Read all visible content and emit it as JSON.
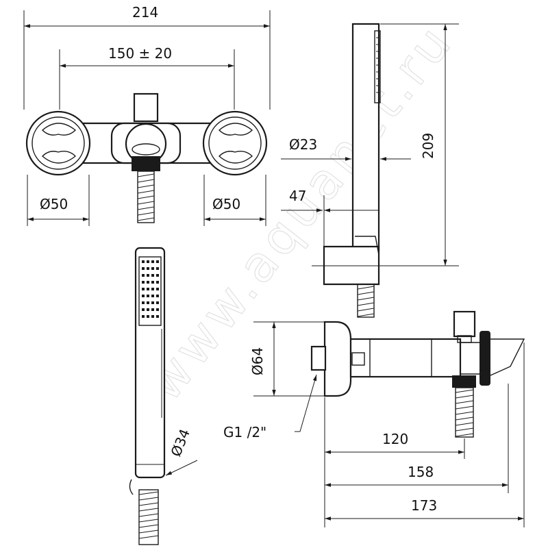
{
  "watermark": "www.aquanet.ru",
  "dimensions": {
    "overall_width": "214",
    "center_distance": "150 ± 20",
    "left_flange_dia": "Ø50",
    "right_flange_dia": "Ø50",
    "handle_dia": "Ø23",
    "handle_offset": "47",
    "handle_height": "209",
    "body_dia": "Ø64",
    "thread": "G1 /2\"",
    "hand_shower_dia": "Ø34",
    "depth_120": "120",
    "depth_158": "158",
    "depth_173": "173"
  }
}
